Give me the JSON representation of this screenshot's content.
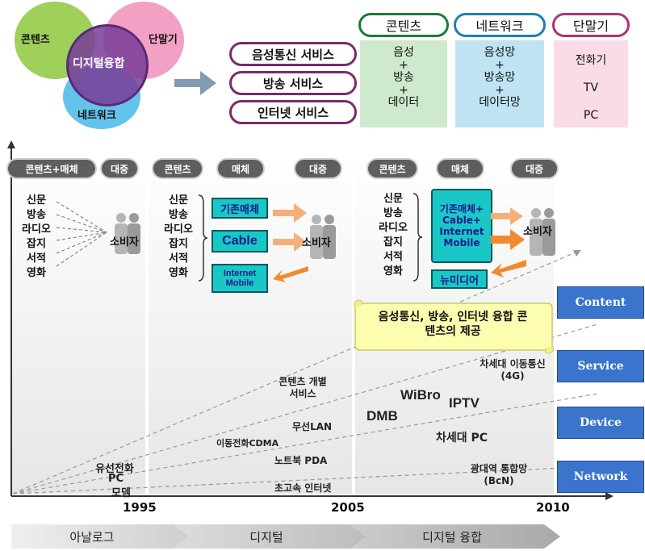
{
  "venn": {
    "content": "콘텐츠",
    "device": "단말기",
    "network": "네트워크",
    "center": "디지털융합"
  },
  "table": {
    "headers": [
      "콘텐츠",
      "네트워크",
      "단말기"
    ],
    "services": [
      "음성통신 서비스",
      "방송 서비스",
      "인터넷 서비스"
    ],
    "content_col": [
      "음성",
      "+",
      "방송",
      "+",
      "데이터"
    ],
    "network_col": [
      "음성망",
      "+",
      "방송망",
      "+",
      "데이터망"
    ],
    "device_col": [
      "전화기",
      "TV",
      "PC"
    ]
  },
  "eras": {
    "e1": {
      "label1": "콘텐츠+매체",
      "label2": "대중",
      "media": [
        "신문",
        "방송",
        "라디오",
        "잡지",
        "서적",
        "영화"
      ],
      "consumer": "소비자"
    },
    "e2": {
      "label1": "콘텐츠",
      "label2": "매체",
      "label3": "대중",
      "media": [
        "신문",
        "방송",
        "라디오",
        "잡지",
        "서적",
        "영화"
      ],
      "boxes": [
        "기존매체",
        "Cable",
        "Internet Mobile"
      ],
      "consumer": "소비자"
    },
    "e3": {
      "label1": "콘텐츠",
      "label2": "매체",
      "label3": "대중",
      "media": [
        "신문",
        "방송",
        "라디오",
        "잡지",
        "서적",
        "영화"
      ],
      "box_main": "기존매체+ Cable+ Internet Mobile",
      "box_new": "뉴미디어",
      "consumer": "소비자"
    }
  },
  "scroll_note": "음성통신, 방송, 인터넷 융합 콘텐츠의 제공",
  "timeline": {
    "items_a": [
      "유선전화",
      "PC",
      "모뎀"
    ],
    "items_b": [
      "콘텐츠 개별서비스",
      "무선LAN",
      "이동전화CDMA",
      "노트북 PDA",
      "초고속 인터넷"
    ],
    "items_c": [
      "차세대 이동통신(4G)",
      "WiBro",
      "IPTV",
      "DMB",
      "차세대 PC",
      "광대역 통합망 (BcN)"
    ]
  },
  "layers": [
    "Content",
    "Service",
    "Device",
    "Network"
  ],
  "years": [
    "1995",
    "2005",
    "2010"
  ],
  "stages": [
    "아날로그",
    "디지털",
    "디지털 융합"
  ],
  "colors": {
    "content_green": "#8dc63f",
    "device_pink": "#e88fb8",
    "network_blue": "#4cb8e6",
    "teal": "#19c7c7",
    "layer_blue": "#3b74cc",
    "scroll_yellow": "#fdfdb0"
  }
}
